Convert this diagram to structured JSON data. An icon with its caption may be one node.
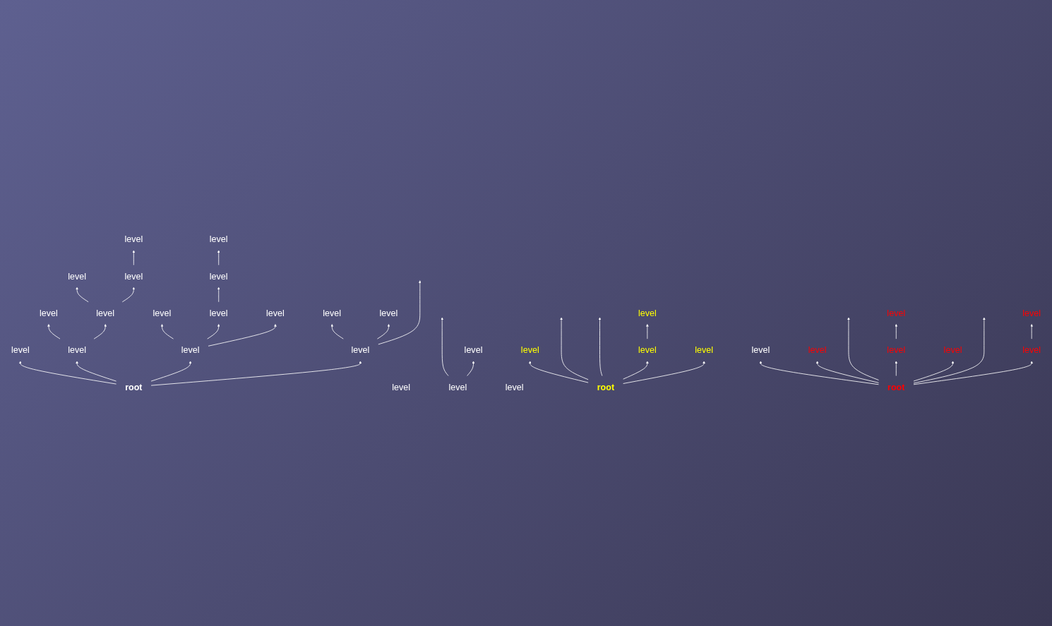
{
  "diagram": {
    "nodes": [
      {
        "text": [
          "root"
        ]
      },
      {
        "text": [
          "level"
        ]
      },
      {
        "text": [
          "level"
        ]
      },
      {
        "text": [
          "level"
        ]
      },
      {
        "text": [
          "level"
        ]
      },
      {
        "text": [
          "level"
        ]
      },
      {
        "text": [
          "level"
        ]
      },
      {
        "text": [
          "level"
        ]
      },
      {
        "text": [
          "level"
        ]
      },
      {
        "text": [
          "level"
        ]
      },
      {
        "text": [
          "level"
        ]
      },
      {
        "text": [
          "level"
        ]
      },
      {
        "text": [
          "level"
        ]
      },
      {
        "text": [
          "level"
        ]
      },
      {
        "text": [
          "level"
        ]
      },
      {
        "text": [
          "level"
        ]
      },
      {
        "text": [
          "level"
        ]
      },
      {
        "text": [
          "level"
        ]
      },
      {
        "text": [
          "level"
        ]
      },
      {
        "text": [
          "level"
        ]
      },
      {
        "text": [
          "level"
        ]
      },
      {
        "text": [
          "level"
        ]
      },
      {
        "text": [
          "root"
        ]
      },
      {
        "text": [
          "level"
        ]
      },
      {
        "text": [
          "level"
        ]
      },
      {
        "text": [
          "level"
        ]
      },
      {
        "text": [
          "level"
        ]
      },
      {
        "text": [
          "root"
        ]
      },
      {
        "text": [
          "level"
        ]
      },
      {
        "text": [
          "level"
        ]
      },
      {
        "text": [
          "level"
        ]
      },
      {
        "text": [
          "level"
        ]
      },
      {
        "text": [
          "level"
        ]
      },
      {
        "text": [
          "level"
        ]
      }
    ],
    "edges": [
      {
        "from": 0,
        "to": 1,
        "arrow": "to"
      },
      {
        "from": 0,
        "to": 2,
        "arrow": "to"
      },
      {
        "from": 0,
        "to": 3,
        "arrow": "to"
      },
      {
        "from": 0,
        "to": 4,
        "arrow": "to"
      },
      {
        "from": 2,
        "to": 5,
        "arrow": "to"
      },
      {
        "from": 2,
        "to": 6,
        "arrow": "to"
      },
      {
        "from": 6,
        "to": 12,
        "arrow": "to"
      },
      {
        "from": 6,
        "to": 13,
        "arrow": "to"
      },
      {
        "from": 13,
        "to": 14,
        "arrow": "to"
      },
      {
        "from": 3,
        "to": 7,
        "arrow": "to"
      },
      {
        "from": 3,
        "to": 8,
        "arrow": "to"
      },
      {
        "from": 3,
        "to": 9,
        "arrow": "to"
      },
      {
        "from": 8,
        "to": 16,
        "arrow": "to"
      },
      {
        "from": 16,
        "to": 17,
        "arrow": "to"
      },
      {
        "from": 4,
        "to": 10,
        "arrow": "to"
      },
      {
        "from": 4,
        "to": 11,
        "arrow": "to"
      },
      {
        "from": 4,
        "to": null,
        "arrow": "to"
      },
      {
        "from": 18,
        "to": null,
        "arrow": "to"
      },
      {
        "from": 18,
        "to": 21,
        "arrow": "to"
      },
      {
        "from": 22,
        "to": 23,
        "arrow": "to"
      },
      {
        "from": 22,
        "to": null,
        "arrow": "to"
      },
      {
        "from": 22,
        "to": null,
        "arrow": "to"
      },
      {
        "from": 22,
        "to": 24,
        "arrow": "to"
      },
      {
        "from": 22,
        "to": 25,
        "arrow": "to"
      },
      {
        "from": 24,
        "to": 26,
        "arrow": "to"
      },
      {
        "from": 27,
        "to": 20,
        "arrow": "to"
      },
      {
        "from": 27,
        "to": 28,
        "arrow": "to"
      },
      {
        "from": 27,
        "to": null,
        "arrow": "to"
      },
      {
        "from": 27,
        "to": 29,
        "arrow": "to"
      },
      {
        "from": 27,
        "to": 30,
        "arrow": "to"
      },
      {
        "from": 27,
        "to": null,
        "arrow": "to"
      },
      {
        "from": 27,
        "to": 31,
        "arrow": "to"
      },
      {
        "from": 31,
        "to": 32,
        "arrow": "to"
      },
      {
        "from": 29,
        "to": 33,
        "arrow": "to"
      }
    ]
  }
}
